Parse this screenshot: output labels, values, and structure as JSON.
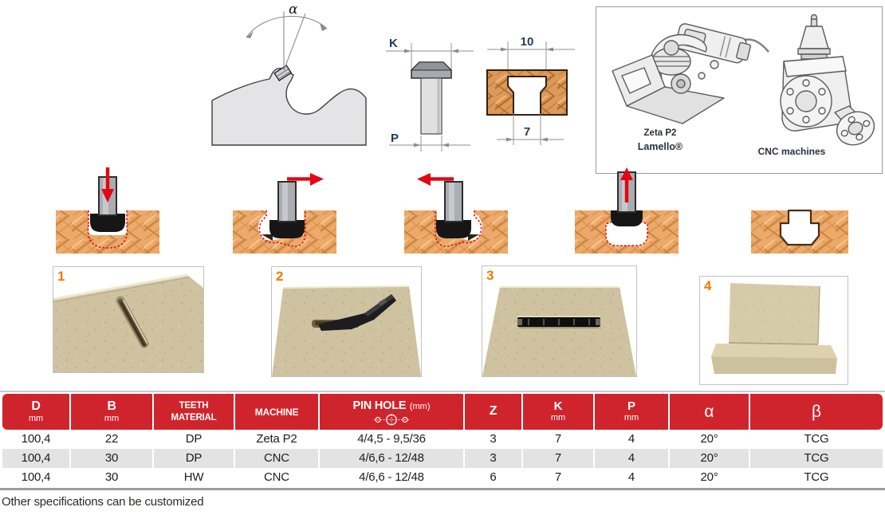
{
  "diagrams": {
    "tooth_angle": {
      "alpha_label": "α"
    },
    "cutter": {
      "k_label": "K",
      "p_label": "P"
    },
    "groove": {
      "top_width": "10",
      "bottom_width": "7"
    }
  },
  "machines": {
    "machine1": {
      "name": "Zeta P2",
      "brand": "Lamello®"
    },
    "machine2": {
      "name": "CNC machines"
    }
  },
  "photos": [
    {
      "number": "1"
    },
    {
      "number": "2"
    },
    {
      "number": "3"
    },
    {
      "number": "4"
    }
  ],
  "table": {
    "headers": {
      "d": {
        "label": "D",
        "unit": "mm"
      },
      "b": {
        "label": "B",
        "unit": "mm"
      },
      "teeth": {
        "line1": "TEETH",
        "line2": "MATERIAL"
      },
      "machine": {
        "label": "MACHINE"
      },
      "pin_hole": {
        "label": "PIN HOLE",
        "unit": "(mm)",
        "icon": "pin-hole-icon"
      },
      "z": {
        "label": "Z"
      },
      "k": {
        "label": "K",
        "unit": "mm"
      },
      "p": {
        "label": "P",
        "unit": "mm"
      },
      "alpha": {
        "label": "α"
      },
      "beta": {
        "label": "β"
      }
    },
    "rows": [
      [
        "100,4",
        "22",
        "DP",
        "Zeta P2",
        "4/4,5 - 9,5/36",
        "3",
        "7",
        "4",
        "20°",
        "TCG"
      ],
      [
        "100,4",
        "30",
        "DP",
        "CNC",
        "4/6,6 - 12/48",
        "3",
        "7",
        "4",
        "20°",
        "TCG"
      ],
      [
        "100,4",
        "30",
        "HW",
        "CNC",
        "4/6,6 - 12/48",
        "6",
        "7",
        "4",
        "20°",
        "TCG"
      ]
    ]
  },
  "footer": {
    "note": "Other specifications can be customized"
  },
  "colors": {
    "header_red": "#d0242c",
    "alt_row_gray": "#e3e3e3",
    "arrow_red": "#e30613",
    "photo_number_orange": "#f07a00",
    "dimension_navy": "#1f3a64",
    "wood": "#eca96b"
  }
}
